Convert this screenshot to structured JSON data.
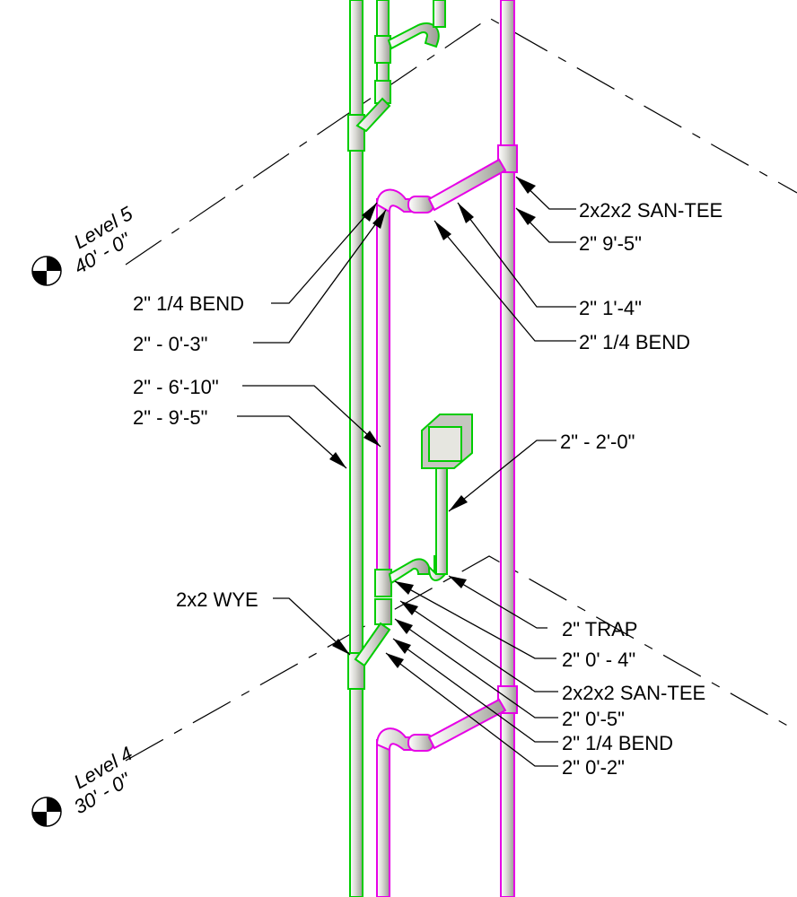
{
  "levels": [
    {
      "name": "Level 5",
      "elevation": "40' - 0\""
    },
    {
      "name": "Level 4",
      "elevation": "30' - 0\""
    }
  ],
  "tags": [
    {
      "key": "santee_top",
      "text": "2x2x2 SAN-TEE"
    },
    {
      "key": "len_9_5_right",
      "text": "2\" 9'-5\""
    },
    {
      "key": "len_1_4",
      "text": "2\" 1'-4\""
    },
    {
      "key": "bend_upper_right",
      "text": "2\" 1/4 BEND"
    },
    {
      "key": "bend_upper_left",
      "text": "2\" 1/4 BEND"
    },
    {
      "key": "len_0_3",
      "text": "2\" - 0'-3\""
    },
    {
      "key": "len_6_10",
      "text": "2\" - 6'-10\""
    },
    {
      "key": "len_9_5_left",
      "text": "2\" - 9'-5\""
    },
    {
      "key": "len_2_0",
      "text": "2\" - 2'-0\""
    },
    {
      "key": "wye",
      "text": "2x2 WYE"
    },
    {
      "key": "trap",
      "text": "2\" TRAP"
    },
    {
      "key": "len_0_4",
      "text": "2\" 0' - 4\""
    },
    {
      "key": "santee_low",
      "text": "2x2x2 SAN-TEE"
    },
    {
      "key": "len_0_5",
      "text": "2\" 0'-5\""
    },
    {
      "key": "bend_low",
      "text": "2\" 1/4 BEND"
    },
    {
      "key": "len_0_2",
      "text": "2\" 0'-2\""
    }
  ],
  "colors": {
    "vent_pipe": "#00cc00",
    "waste_pipe": "#e600e6",
    "pipe_fill": "#cfcfc9",
    "pipe_shade": "#9c9c96"
  }
}
